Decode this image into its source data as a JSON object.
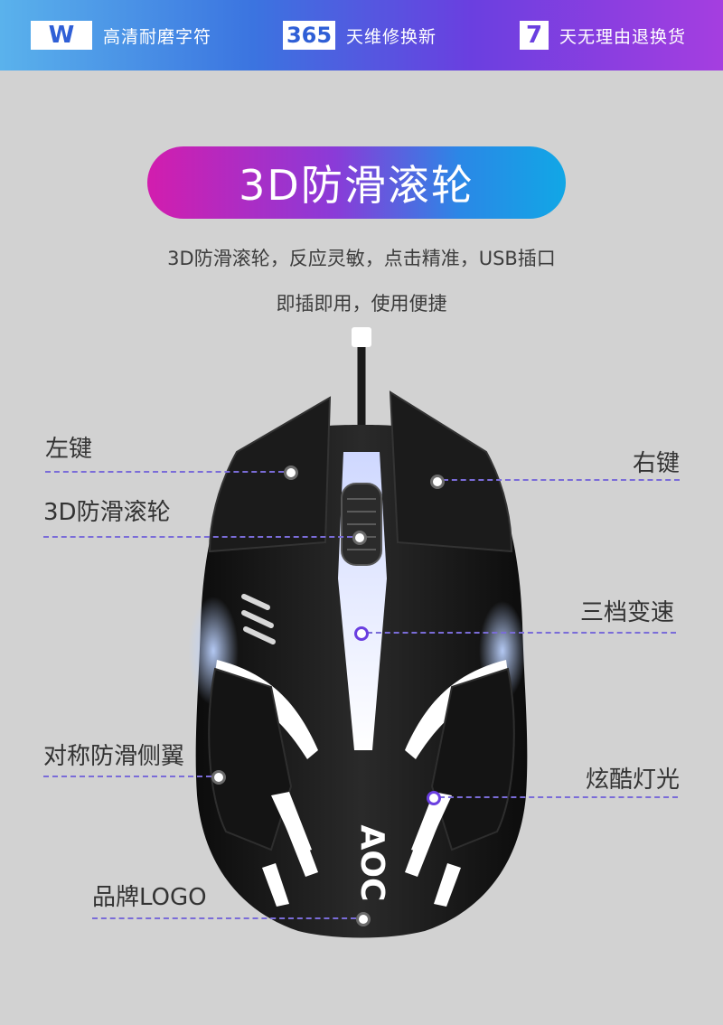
{
  "banner": {
    "items": [
      {
        "badge": "W",
        "text": "高清耐磨字符"
      },
      {
        "badge": "365",
        "text": "天维修换新"
      },
      {
        "badge": "7",
        "text": "天无理由退换货"
      }
    ]
  },
  "title": "3D防滑滚轮",
  "subtitle_lines": [
    "3D防滑滚轮，反应灵敏，点击精准，USB插口",
    "即插即用，使用便捷"
  ],
  "callouts": {
    "left_button": "左键",
    "scroll_wheel": "3D防滑滚轮",
    "side_wings": "对称防滑侧翼",
    "brand_logo": "品牌LOGO",
    "right_button": "右键",
    "three_speed": "三档变速",
    "lighting": "炫酷灯光"
  },
  "product": {
    "logo_text": "AOC"
  },
  "colors": {
    "banner_start": "#5ab2ec",
    "banner_end": "#a53ee0",
    "pill_start": "#d21dae",
    "pill_end": "#11a7e6",
    "callout_line": "#7a6cd8"
  }
}
